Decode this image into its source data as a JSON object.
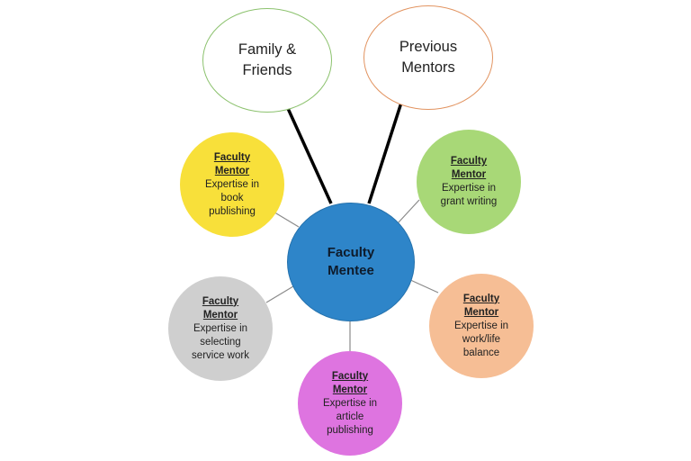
{
  "colors": {
    "center": "#2e85c9",
    "yellow": "#f8e03a",
    "green": "#a8d877",
    "gray": "#cfcfcf",
    "orange": "#f6be95",
    "pink": "#de74e0",
    "family_outline": "#8cc26e",
    "previous_outline": "#e29461"
  },
  "center": {
    "line1": "Faculty",
    "line2": "Mentee"
  },
  "family": {
    "line1": "Family &",
    "line2": "Friends"
  },
  "previous": {
    "line1": "Previous",
    "line2": "Mentors"
  },
  "mentors": {
    "yellow": {
      "title1": "Faculty",
      "title2": "Mentor",
      "desc1": "Expertise in",
      "desc2": "book",
      "desc3": "publishing"
    },
    "green": {
      "title1": "Faculty",
      "title2": "Mentor",
      "desc1": "Expertise in",
      "desc2": "grant writing"
    },
    "gray": {
      "title1": "Faculty",
      "title2": "Mentor",
      "desc1": "Expertise in",
      "desc2": "selecting",
      "desc3": "service work"
    },
    "orange": {
      "title1": "Faculty",
      "title2": "Mentor",
      "desc1": "Expertise in",
      "desc2": "work/life",
      "desc3": "balance"
    },
    "pink": {
      "title1": "Faculty",
      "title2": "Mentor",
      "desc1": "Expertise in",
      "desc2": "article",
      "desc3": "publishing"
    }
  }
}
